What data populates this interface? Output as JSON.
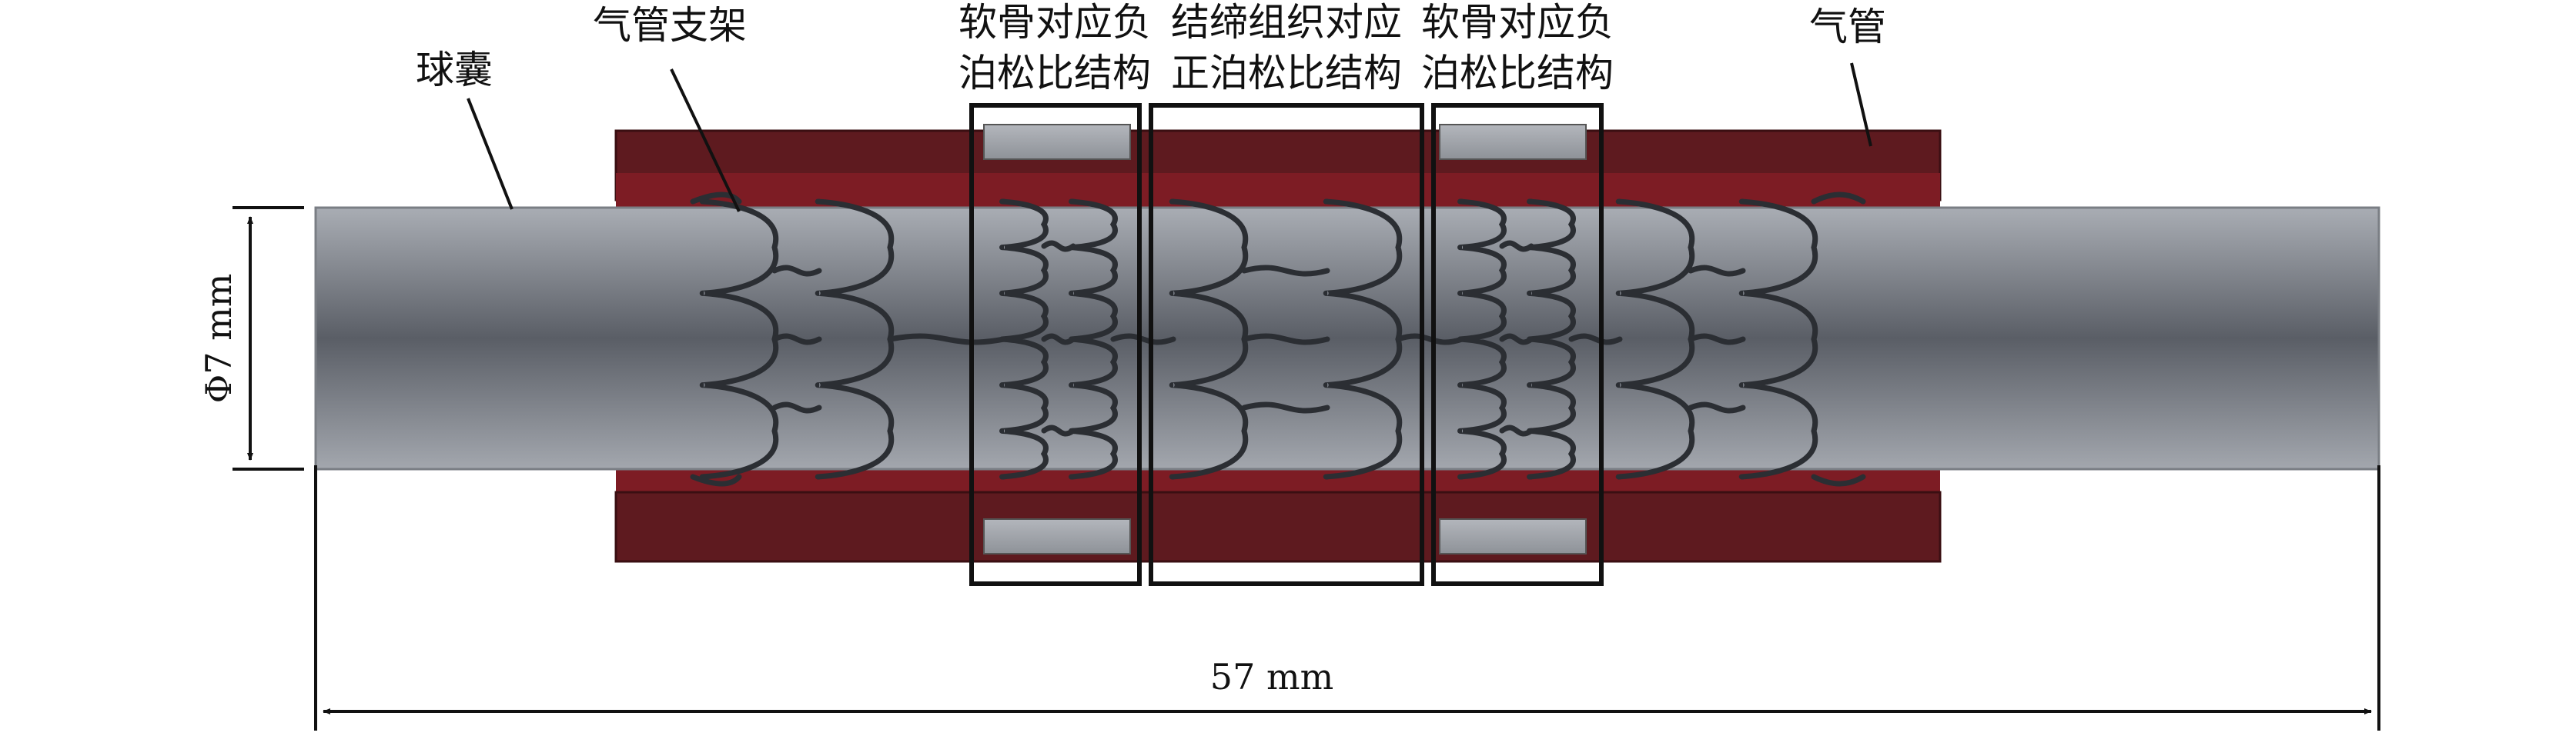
{
  "labels": {
    "balloon": "球囊",
    "stent": "气管支架",
    "cartilage_left": [
      "软骨对应负",
      "泊松比结构"
    ],
    "connective": [
      "结缔组织对应",
      "正泊松比结构"
    ],
    "cartilage_right": [
      "软骨对应负",
      "泊松比结构"
    ],
    "trachea": "气管"
  },
  "dimensions": {
    "diameter": "Φ7 mm",
    "length": "57 mm"
  },
  "colors": {
    "trachea_dark": "#5e1a1f",
    "trachea_red": "#7d1c24",
    "balloon_mid": "#5a5e66",
    "balloon_light": "#a9adb4",
    "stent_wire": "#2b2e33",
    "cartilage_pad": "#9ea2a8",
    "box": "#111111"
  }
}
